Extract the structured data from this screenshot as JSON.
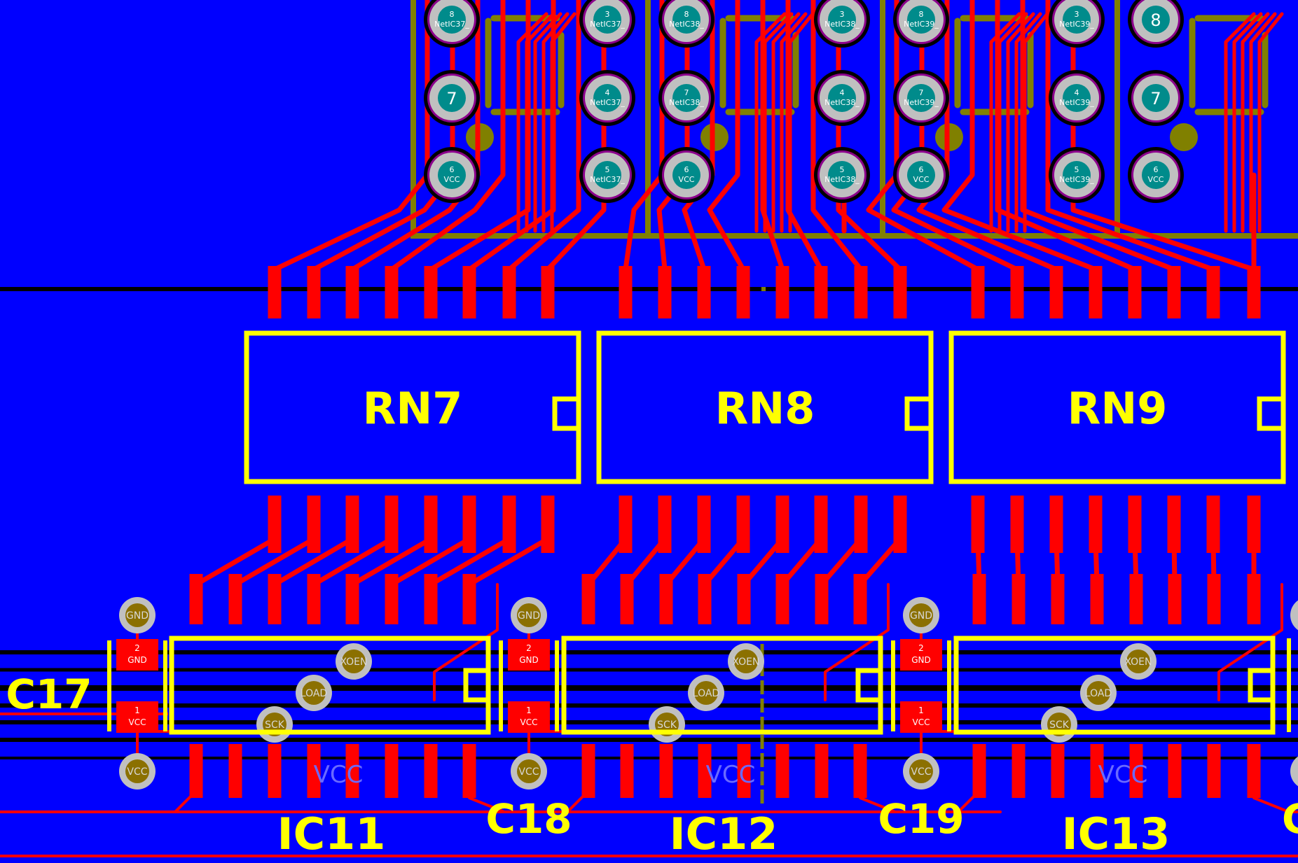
{
  "colors": {
    "board": "#0000ff",
    "trace": "#ff0000",
    "silkscreen": "#ffff00",
    "outline": "#808000",
    "keepout": "#000000",
    "pad_center": "#008b8b",
    "via_ring": "#c0c0c0",
    "via_center": "#8b7000"
  },
  "resistor_networks": [
    {
      "ref": "RN7"
    },
    {
      "ref": "RN8"
    },
    {
      "ref": "RN9"
    }
  ],
  "ics": [
    {
      "ref": "IC11",
      "net_labels": {
        "xoen": "XOEN",
        "load": "LOAD",
        "sck": "SCK",
        "vcc": "VCC"
      }
    },
    {
      "ref": "IC12",
      "net_labels": {
        "xoen": "XOEN",
        "load": "LOAD",
        "sck": "SCK",
        "vcc": "VCC"
      }
    },
    {
      "ref": "IC13",
      "net_labels": {
        "xoen": "XOEN",
        "load": "LOAD",
        "sck": "SCK",
        "vcc": "VCC"
      }
    }
  ],
  "capacitors": [
    {
      "ref": "C17",
      "pad1": {
        "num": "1",
        "net": "VCC"
      },
      "pad2": {
        "num": "2",
        "net": "GND"
      },
      "via_top": "GND",
      "via_bottom": "VCC"
    },
    {
      "ref": "C18",
      "pad1": {
        "num": "1",
        "net": "VCC"
      },
      "pad2": {
        "num": "2",
        "net": "GND"
      },
      "via_top": "GND",
      "via_bottom": "VCC"
    },
    {
      "ref": "C19",
      "pad1": {
        "num": "1",
        "net": "VCC"
      },
      "pad2": {
        "num": "2",
        "net": "GND"
      },
      "via_top": "GND",
      "via_bottom": "VCC"
    },
    {
      "ref": "C"
    }
  ],
  "displays": [
    {
      "pads": [
        {
          "num": "8",
          "net": "NetIC37_"
        },
        {
          "num": "7",
          "net": ""
        },
        {
          "num": "6",
          "net": "VCC"
        },
        {
          "num": "3",
          "net": "NetIC37_"
        },
        {
          "num": "4",
          "net": "NetIC37_"
        },
        {
          "num": "5",
          "net": "NetIC37_"
        }
      ]
    },
    {
      "pads": [
        {
          "num": "8",
          "net": "NetIC38_"
        },
        {
          "num": "7",
          "net": "NetIC38_"
        },
        {
          "num": "6",
          "net": "VCC"
        },
        {
          "num": "3",
          "net": "NetIC38_"
        },
        {
          "num": "4",
          "net": "NetIC38_"
        },
        {
          "num": "5",
          "net": "NetIC38_"
        }
      ]
    },
    {
      "pads": [
        {
          "num": "8",
          "net": "NetIC39_"
        },
        {
          "num": "7",
          "net": "NetIC39_"
        },
        {
          "num": "6",
          "net": "VCC"
        },
        {
          "num": "3",
          "net": "NetIC39_"
        },
        {
          "num": "4",
          "net": "NetIC39_"
        },
        {
          "num": "5",
          "net": "NetIC39_"
        }
      ]
    },
    {
      "pads": [
        {
          "num": "8",
          "net": ""
        },
        {
          "num": "7",
          "net": ""
        },
        {
          "num": "6",
          "net": "VCC"
        }
      ]
    }
  ]
}
